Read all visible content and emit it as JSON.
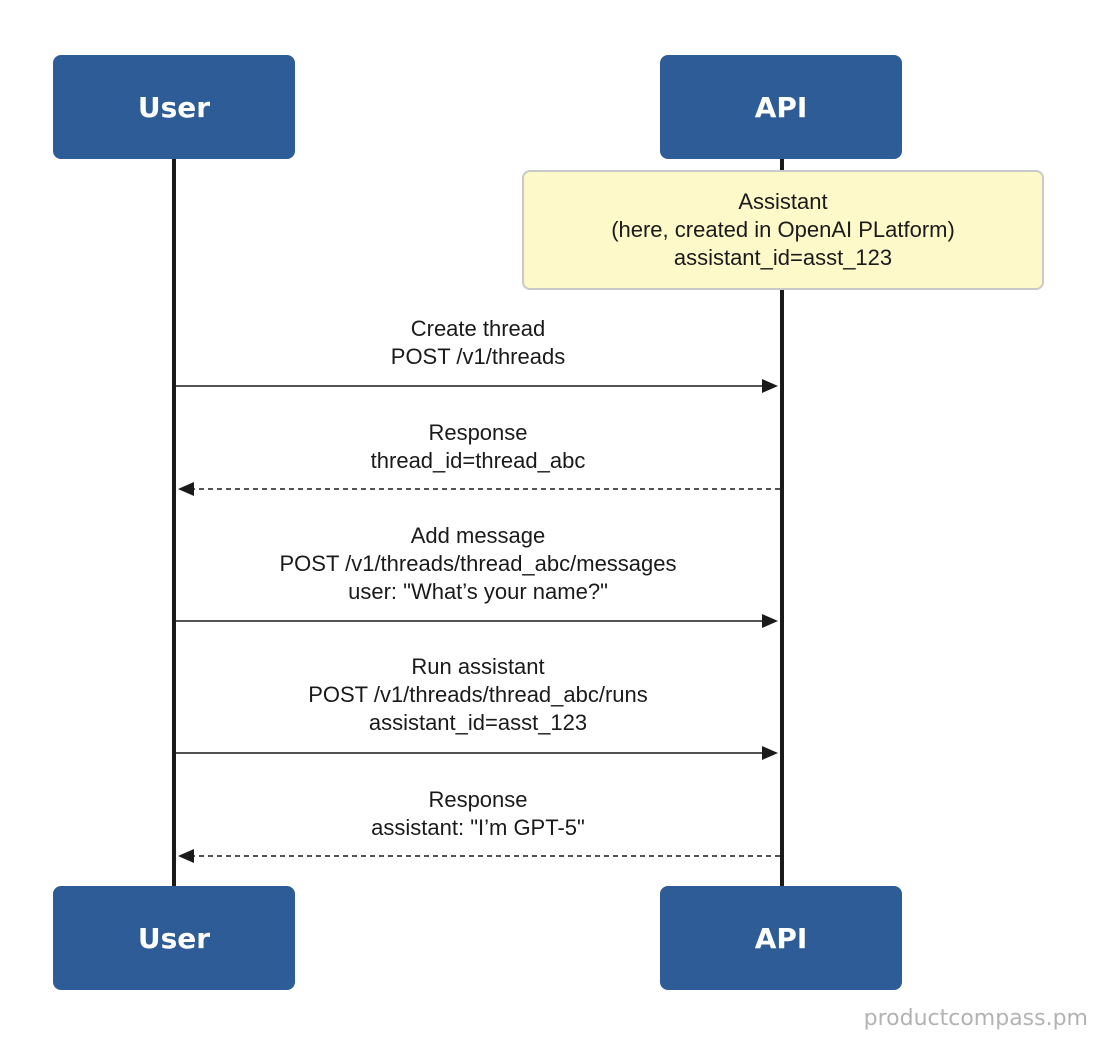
{
  "actors": {
    "left_top": "User",
    "right_top": "API",
    "left_bottom": "User",
    "right_bottom": "API"
  },
  "note": {
    "lines": [
      "Assistant",
      "(here, created in OpenAI PLatform)",
      "assistant_id=asst_123"
    ]
  },
  "messages": [
    {
      "direction": "right",
      "style": "solid",
      "lines": [
        "Create thread",
        "POST /v1/threads"
      ]
    },
    {
      "direction": "left",
      "style": "dashed",
      "lines": [
        "Response",
        "thread_id=thread_abc"
      ]
    },
    {
      "direction": "right",
      "style": "solid",
      "lines": [
        "Add message",
        "POST /v1/threads/thread_abc/messages",
        "user: \"What’s your name?\""
      ]
    },
    {
      "direction": "right",
      "style": "solid",
      "lines": [
        "Run assistant",
        "POST /v1/threads/thread_abc/runs",
        "assistant_id=asst_123"
      ]
    },
    {
      "direction": "left",
      "style": "dashed",
      "lines": [
        "Response",
        "assistant: \"I’m GPT-5\""
      ]
    }
  ],
  "watermark": "productcompass.pm",
  "colors": {
    "actor_fill": "#2d5c96",
    "note_fill": "#fdf9c9",
    "line": "#1a1a1a"
  }
}
